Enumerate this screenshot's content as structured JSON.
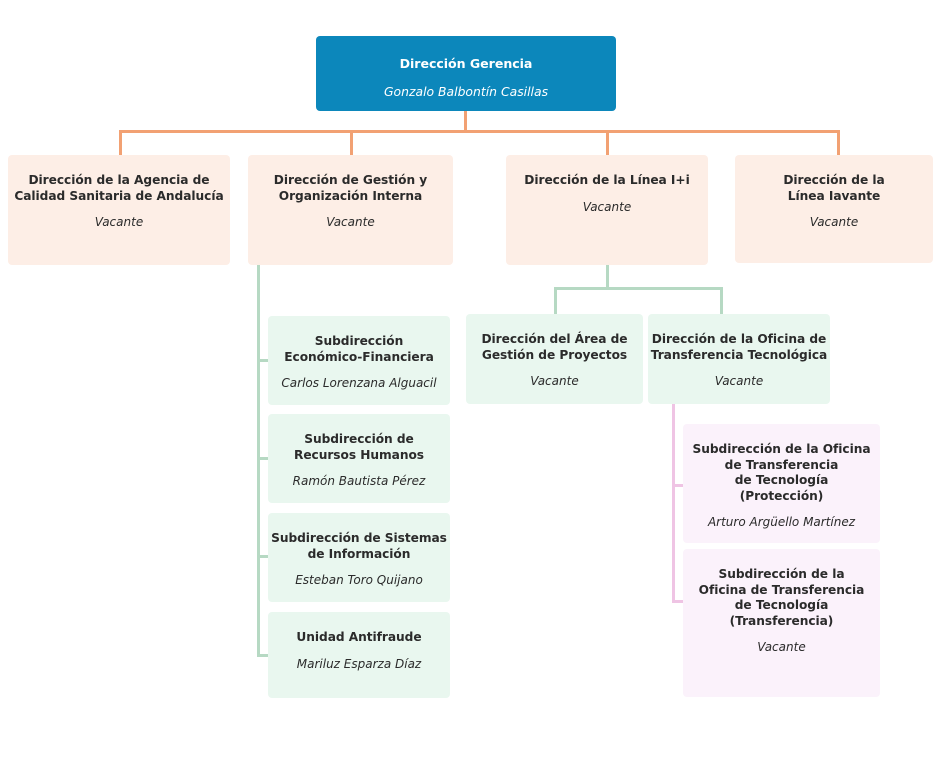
{
  "chart": {
    "kind": "org-chart",
    "colors": {
      "root_box": "#0C87BB",
      "root_text": "#FFFFFF",
      "level1_box": "#FDEEE6",
      "level2_box": "#E9F7EF",
      "level3_box": "#FBF2FB",
      "text": "#2B2B2B",
      "connector_orange": "#F2A173",
      "connector_green": "#B6D9C3",
      "connector_pink": "#EFC4E4",
      "background": "#FFFFFF"
    },
    "vacant_label": "Vacante"
  },
  "nodes": {
    "root": {
      "title": "Dirección Gerencia",
      "person": "Gonzalo Balbontín Casillas"
    },
    "agencia_calidad": {
      "title": "Dirección de la Agencia de\nCalidad Sanitaria de Andalucía",
      "person": "Vacante"
    },
    "gestion_organizacion": {
      "title": "Dirección de Gestión y\nOrganización Interna",
      "person": "Vacante"
    },
    "linea_i_mas_i": {
      "title": "Dirección de la Línea I+i",
      "person": "Vacante"
    },
    "linea_iavante": {
      "title": "Dirección de la\nLínea Iavante",
      "person": "Vacante"
    },
    "economico_financiera": {
      "title": "Subdirección\nEconómico-Financiera",
      "person": "Carlos Lorenzana Alguacil"
    },
    "recursos_humanos": {
      "title": "Subdirección de\nRecursos Humanos",
      "person": "Ramón Bautista Pérez"
    },
    "sistemas_informacion": {
      "title": "Subdirección de Sistemas\nde Información",
      "person": "Esteban Toro Quijano"
    },
    "unidad_antifraude": {
      "title": "Unidad Antifraude",
      "person": "Mariluz Esparza Díaz"
    },
    "gestion_proyectos": {
      "title": "Dirección del Área de\nGestión de Proyectos",
      "person": "Vacante"
    },
    "oficina_transferencia": {
      "title": "Dirección de la Oficina de\nTransferencia Tecnológica",
      "person": "Vacante"
    },
    "ott_proteccion": {
      "title": "Subdirección de la Oficina\nde Transferencia\nde Tecnología\n(Protección)",
      "person": "Arturo Argüello Martínez"
    },
    "ott_transferencia": {
      "title": "Subdirección de la\nOficina de Transferencia\nde Tecnología\n(Transferencia)",
      "person": "Vacante"
    }
  }
}
